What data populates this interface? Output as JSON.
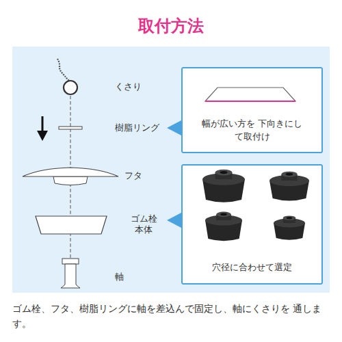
{
  "diagram": {
    "title": "取付方法",
    "caption": "ゴム栓、フタ、樹脂リングに軸を差込んで固定し、軸にくさりを 通します。",
    "nodes": [
      {
        "text": [
          "幅が広い方を 下向きにして取付け"
        ]
      },
      {
        "text": [
          "穴径に合わせて選定"
        ]
      }
    ],
    "labels": [
      "くさり",
      "樹脂リング",
      "フタ",
      "ゴム栓 本体",
      "軸"
    ]
  }
}
